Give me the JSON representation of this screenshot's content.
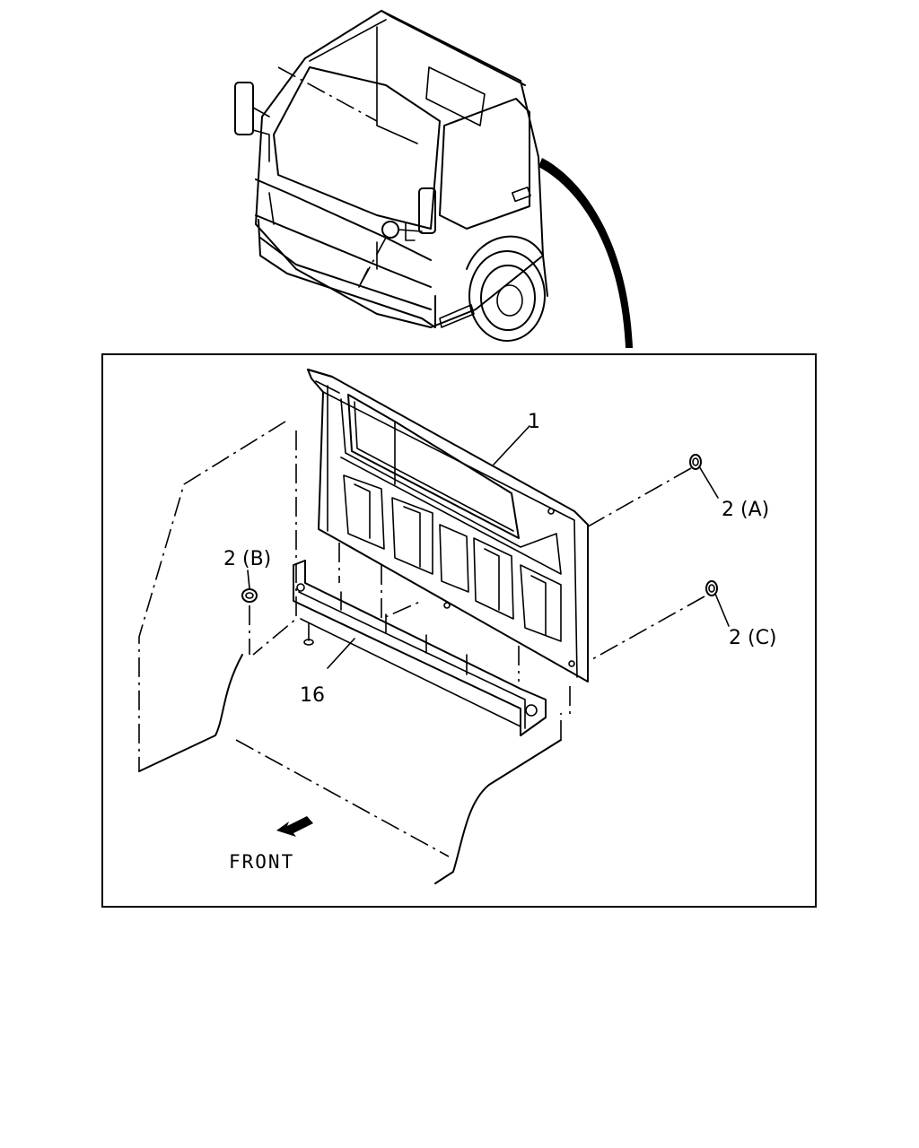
{
  "callouts": {
    "panel": "1",
    "nut_a": "2 (A)",
    "nut_b": "2 (B)",
    "nut_c": "2 (C)",
    "sill": "16"
  },
  "direction_label": "FRONT",
  "colors": {
    "line": "#000000",
    "background": "#ffffff"
  }
}
